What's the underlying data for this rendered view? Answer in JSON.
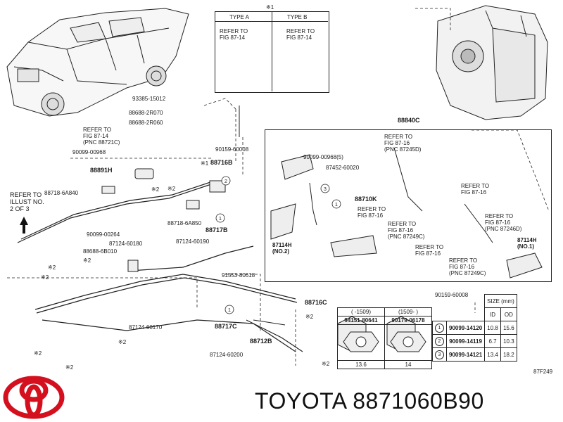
{
  "brand": {
    "name_text": "TOYOTA 8871060B90",
    "logo_color": "#d4101f"
  },
  "type_box": {
    "header": "※1",
    "type_a": "TYPE A",
    "type_b": "TYPE B",
    "type_a_ref": "REFER TO\nFIG 87-14",
    "type_b_ref": "REFER TO\nFIG 87-14"
  },
  "labels": {
    "p93385": "93385-15012",
    "p88688_r070": "88688-2R070",
    "p88688_r060": "88688-2R060",
    "ref_8714": "REFER TO\nFIG 87-14\n(PNC 88721C)",
    "p90099_00968": "90099-00968",
    "p88891h": "88891H",
    "p88718_6a840": "88718-6A840",
    "note2_a": "※2",
    "p90099_00264": "90099-00264",
    "p88688_6b010": "88688-6B010",
    "note2_b": "※2",
    "p87124_60180": "87124-60180",
    "note2_c": "※2",
    "note2_d": "※2",
    "p90159_60008_top": "90159-60008",
    "p88716b": "88716B",
    "note1_a": "※1",
    "note2_e": "※2",
    "p88718_6a850": "88718-6A850",
    "p88717b": "88717B",
    "p87124_60190": "87124-60190",
    "p91553_80618": "91553-80618",
    "p88716c": "88716C",
    "p88717c": "88717C",
    "p87124_60170": "87124-60170",
    "note2_f": "※2",
    "p88712b": "88712B",
    "p87124_60200": "87124-60200",
    "note2_g": "※2",
    "note2_h": "※2",
    "note2_i": "※2",
    "note2_j": "※2",
    "refer_illust": "REFER TO\nILLUST NO.\n2 OF 3",
    "p88840c": "88840C",
    "p90099_00968_5": "90099-00968(5)",
    "p87452_60020": "87452-60020",
    "p88710k": "88710K",
    "ref_8716_a": "REFER TO\nFIG 87-16\n(PNC 87245D)",
    "ref_8716_b": "REFER TO\nFIG 87-16",
    "ref_8716_c": "REFER TO\nFIG 87-16",
    "ref_8716_d": "REFER TO\nFIG 87-16\n(PNC 87249C)",
    "ref_8716_e": "REFER TO\nFIG 87-16\n(PNC 87246D)",
    "ref_8716_f": "REFER TO\nFIG 87-16",
    "ref_8716_g": "REFER TO\nFIG 87-16\n(PNC 87249C)",
    "p87114h_no2": "87114H\n(NO.2)",
    "p87114h_no1": "87114H\n(NO.1)",
    "p90159_60008_right": "90159-60008",
    "fig_code": "87F249"
  },
  "bolt_table": {
    "h1": "(     -1509)",
    "h2": "(1509-     )",
    "c1": "94151-80641",
    "c2": "90179-06178",
    "d1": "13.6",
    "d2": "14"
  },
  "size_table": {
    "title": "SIZE (mm)",
    "head_id": "ID",
    "head_od": "OD",
    "rows": [
      {
        "no": "1",
        "part": "90099-14120",
        "id": "10.8",
        "od": "15.6"
      },
      {
        "no": "2",
        "part": "90099-14119",
        "id": "6.7",
        "od": "10.3"
      },
      {
        "no": "3",
        "part": "90099-14121",
        "id": "13.4",
        "od": "18.2"
      }
    ]
  }
}
